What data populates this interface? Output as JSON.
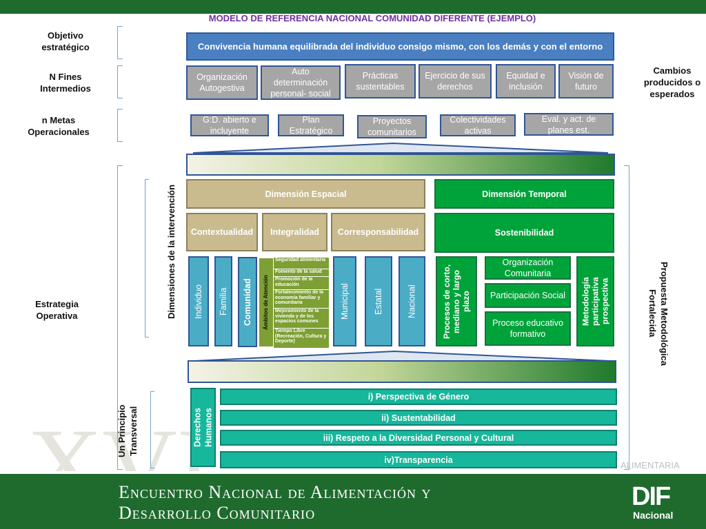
{
  "title": "MODELO DE REFERENCIA NACIONAL COMUNIDAD DIFERENTE (EJEMPLO)",
  "left_labels": {
    "objetivo": "Objetivo estratégico",
    "fines": "N Fines Intermedios",
    "metas": "n Metas Operacionales",
    "estrategia": "Estrategia Operativa",
    "dimensiones": "Dimensiones de la intervención",
    "principio": "Un Principio Transversal"
  },
  "right_labels": {
    "cambios": "Cambios producidos o esperados",
    "propuesta": "Propuesta Metodológica Fortalecida"
  },
  "objective_text": "Convivencia humana equilibrada del individuo consigo mismo, con los demás y con el entorno",
  "fines": [
    "Organización Autogestiva",
    "Auto determinación personal- social",
    "Prácticas sustentables",
    "Ejercicio de sus derechos",
    "Equidad e inclusión",
    "Visión de futuro"
  ],
  "metas": [
    "G:D. abierto e incluyente",
    "Plan Estratégico",
    "Proyectos comunitarios",
    "Colectividades activas",
    "Eval. y act. de planes est."
  ],
  "dimensions": {
    "espacial": "Dimensión Espacial",
    "temporal": "Dimensión Temporal",
    "contextualidad": "Contextualidad",
    "integralidad": "Integralidad",
    "corresponsabilidad": "Corresponsabilidad",
    "sostenibilidad": "Sostenibilidad"
  },
  "levels": {
    "individuo": "Individuo",
    "familia": "Familia",
    "comunidad": "Comunidad",
    "ambitos": "Ámbitos de Atención",
    "municipal": "Municipal",
    "estatal": "Estatal",
    "nacional": "Nacional",
    "procesos": "Procesos de corto, mediano y largo plazo",
    "metodologia": "Metodología participativa prospectiva"
  },
  "ambitos_items": [
    "Seguridad alimentaria",
    "Fomento de la salud",
    "Promoción de la educación",
    "Fortalecimiento de la economía familiar y comunitaria",
    "Mejoramiento de la vivienda y de los espacios comunes",
    "Tiempo Libre (Recreación, Cultura y Deporte)"
  ],
  "organizacion_items": [
    "Organización Comunitaria",
    "Participación Social",
    "Proceso educativo formativo"
  ],
  "derechos": "Derechos Humanos",
  "principios": [
    "i) Perspectiva de Género",
    "ii) Sustentabilidad",
    "iii) Respeto a la Diversidad Personal y Cultural",
    "iv)Transparencia"
  ],
  "footer": {
    "line1": "Encuentro Nacional de Alimentación y",
    "line2": "Desarrollo Comunitario",
    "logo": "DIF",
    "logo_sub": "Nacional",
    "watermark_roman": "XVI",
    "watermark_text": "ALIMENTARIA"
  },
  "colors": {
    "green_dark": "#1f6b2e",
    "blue": "#4a7fc1",
    "khaki": "#c9bb8e",
    "green": "#00a33a",
    "teal": "#4bacc6",
    "teal2": "#17b79c",
    "purple": "#7030a0"
  }
}
